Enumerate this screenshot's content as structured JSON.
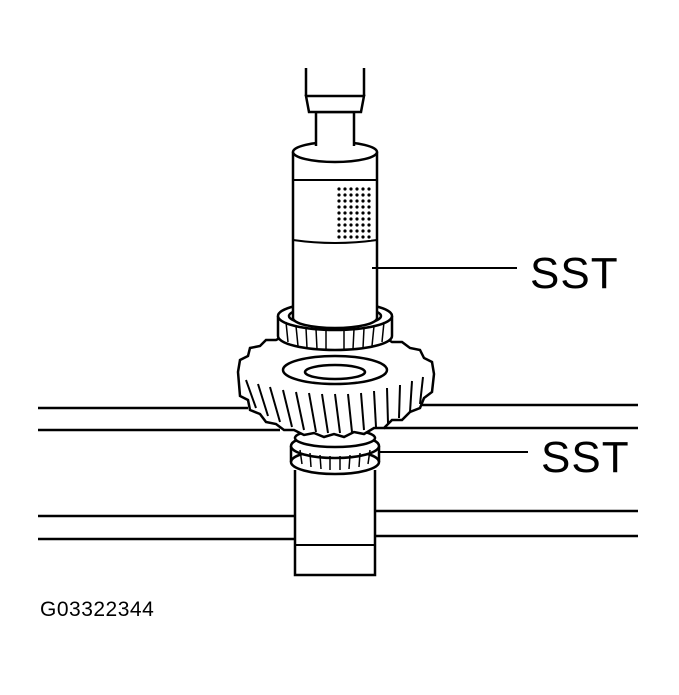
{
  "diagram": {
    "callouts": [
      {
        "id": "upper",
        "label": "SST"
      },
      {
        "id": "lower",
        "label": "SST"
      }
    ],
    "figure_id": "G03322344"
  }
}
